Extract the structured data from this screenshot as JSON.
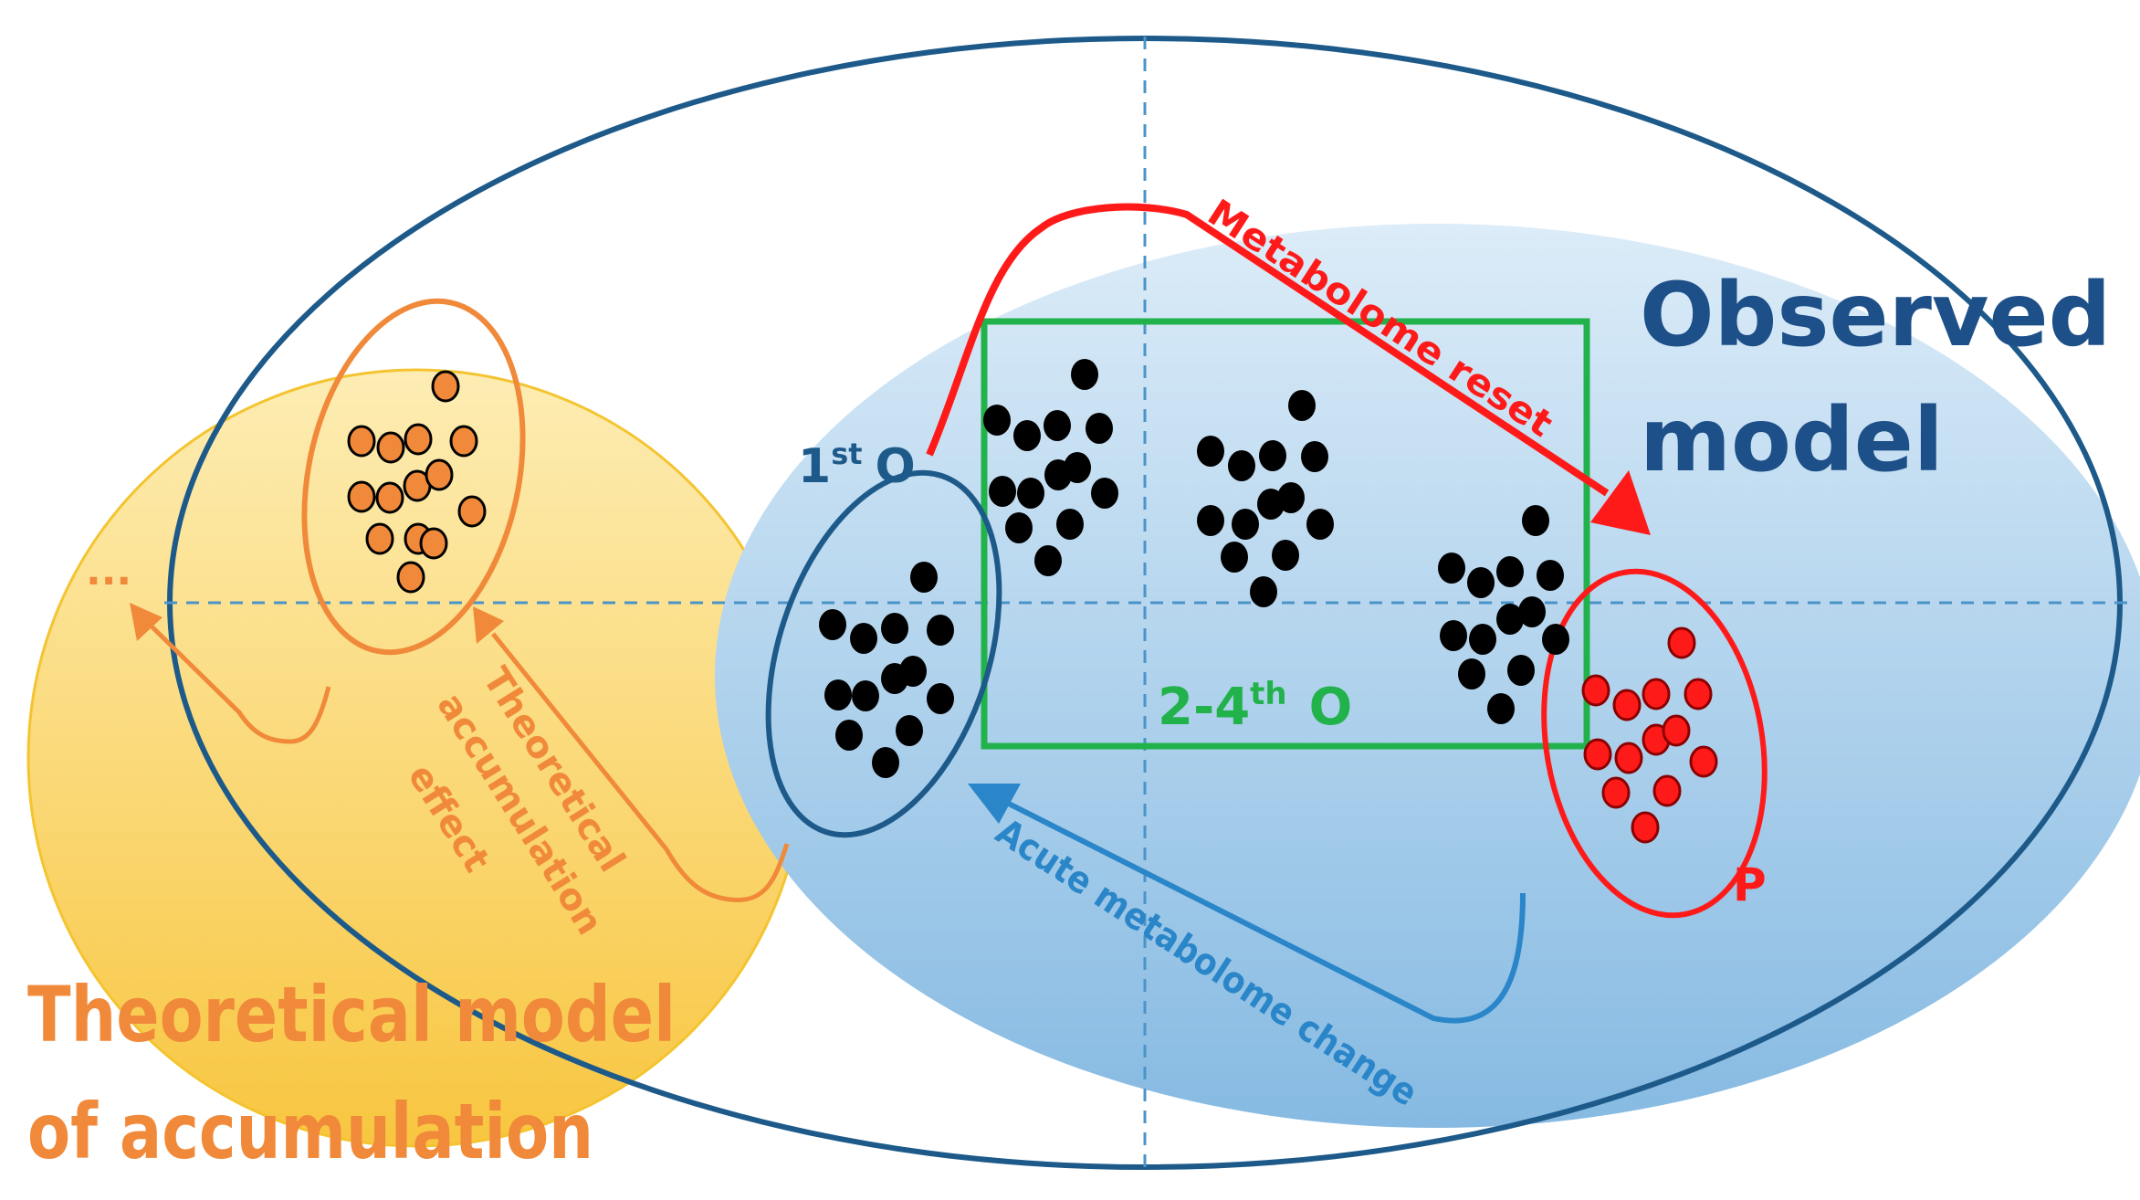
{
  "colors": {
    "outline_blue": "#1d5a8a",
    "title_blue": "#1d4f88",
    "orange": "#f08a3a",
    "red": "#ff1a1a",
    "green": "#22b24c",
    "light_blue": "#2a86c8",
    "dot_black": "#000000",
    "yellow_top": "#fde9a6",
    "yellow_bottom": "#f9c542",
    "blue_top": "#d7e9f7",
    "blue_bottom": "#8bbde3"
  },
  "labels": {
    "observed_model_line1": "Observed",
    "observed_model_line2": "model",
    "theoretical_line1": "Theoretical model",
    "theoretical_line2": "of accumulation",
    "first_o_num": "1",
    "first_o_sup": "st",
    "first_o_letter": "O",
    "range_o_num": "2-4",
    "range_o_sup": "th",
    "range_o_letter": "O",
    "p": "P",
    "metabolome_reset": "Metabolome reset",
    "acute_change": "Acute metabolome change",
    "accum_line1": "Theoretical",
    "accum_line2": "accumulation",
    "accum_line3": "effect",
    "ellipsis": "..."
  }
}
